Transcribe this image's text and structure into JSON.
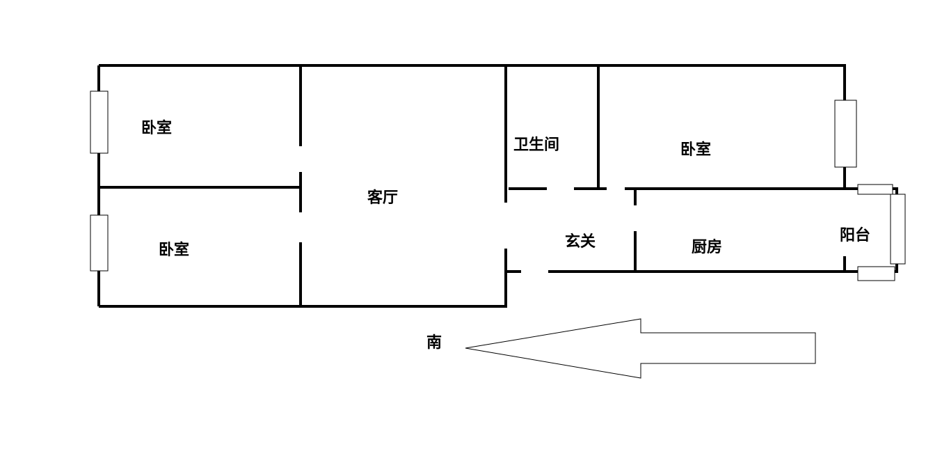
{
  "rooms": {
    "bedroom_top_left": "卧室",
    "bedroom_bottom_left": "卧室",
    "living_room": "客厅",
    "bathroom": "卫生间",
    "bedroom_right": "卧室",
    "entrance": "玄关",
    "kitchen": "厨房",
    "balcony": "阳台"
  },
  "compass": {
    "label": "南",
    "arrow_icon": "arrow-left-icon"
  },
  "colors": {
    "wall": "#000000",
    "background": "#ffffff"
  }
}
